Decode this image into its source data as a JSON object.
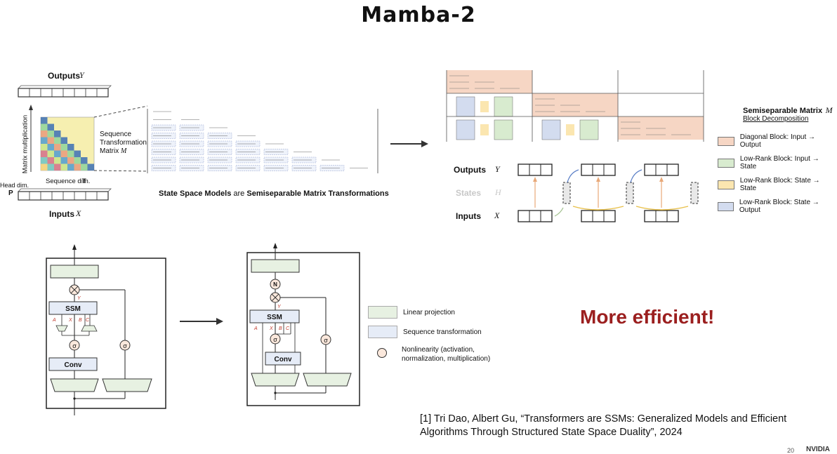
{
  "page": {
    "title": "Mamba-2",
    "headline": "More efficient!",
    "citation_line1": "[1] Tri Dao, Albert Gu, “Transformers are SSMs: Generalized Models and Efficient",
    "citation_line2": "Algorithms Through Structured State Space Duality”, 2024",
    "page_number": "20",
    "logo_text": "NVIDIA"
  },
  "left_figure": {
    "outputs_label": "Outputs",
    "outputs_symbol": "Y",
    "inputs_label": "Inputs",
    "inputs_symbol": "X",
    "matrix_mult_label": "Matrix multiplication",
    "head_dim_label": "Head dim.",
    "head_dim_symbol": "P",
    "seq_dim_label": "Sequence dim.",
    "seq_dim_symbol": "T",
    "seq_matrix_label_1": "Sequence",
    "seq_matrix_label_2": "Transformation",
    "seq_matrix_label_3": "Matrix",
    "seq_matrix_symbol": "M",
    "caption_bold_1": "State Space Models",
    "caption_mid": "are",
    "caption_bold_2": "Semiseparable Matrix Transformations"
  },
  "right_figure": {
    "matrix_title": "Semiseparable Matrix",
    "matrix_symbol": "M",
    "matrix_subtitle": "Block Decomposition",
    "outputs_label": "Outputs",
    "outputs_symbol": "Y",
    "states_label": "States",
    "states_symbol": "H",
    "inputs_label": "Inputs",
    "inputs_symbol": "X",
    "legend": [
      {
        "label": "Diagonal Block: Input → Output",
        "color": "#f6d6c4"
      },
      {
        "label": "Low-Rank Block: Input → State",
        "color": "#d8ebcf"
      },
      {
        "label": "Low-Rank Block: State → State",
        "color": "#fbe6b0"
      },
      {
        "label": "Low-Rank Block: State → Output",
        "color": "#d3dcef"
      }
    ]
  },
  "blocks": {
    "ssm_label": "SSM",
    "conv_label": "Conv",
    "sigma": "σ",
    "times": "⊗",
    "norm": "N",
    "y": "Y",
    "a": "A",
    "x": "X",
    "b": "B",
    "c": "C"
  },
  "legend_bottom": [
    {
      "label": "Linear projection",
      "color": "#e7f1e2"
    },
    {
      "label": "Sequence transformation",
      "color": "#e6ecf7"
    },
    {
      "label": "Nonlinearity (activation, normalization, multiplication)",
      "color": "#fbe8dc"
    }
  ],
  "colors": {
    "accent_red": "#9b1f1f",
    "projection_green": "#e7f1e2",
    "sequence_blue": "#e6ecf7",
    "arrow_orange": "#e8a878",
    "arrow_blue": "#5b7fc7",
    "arrow_yellow": "#e8c04a"
  }
}
